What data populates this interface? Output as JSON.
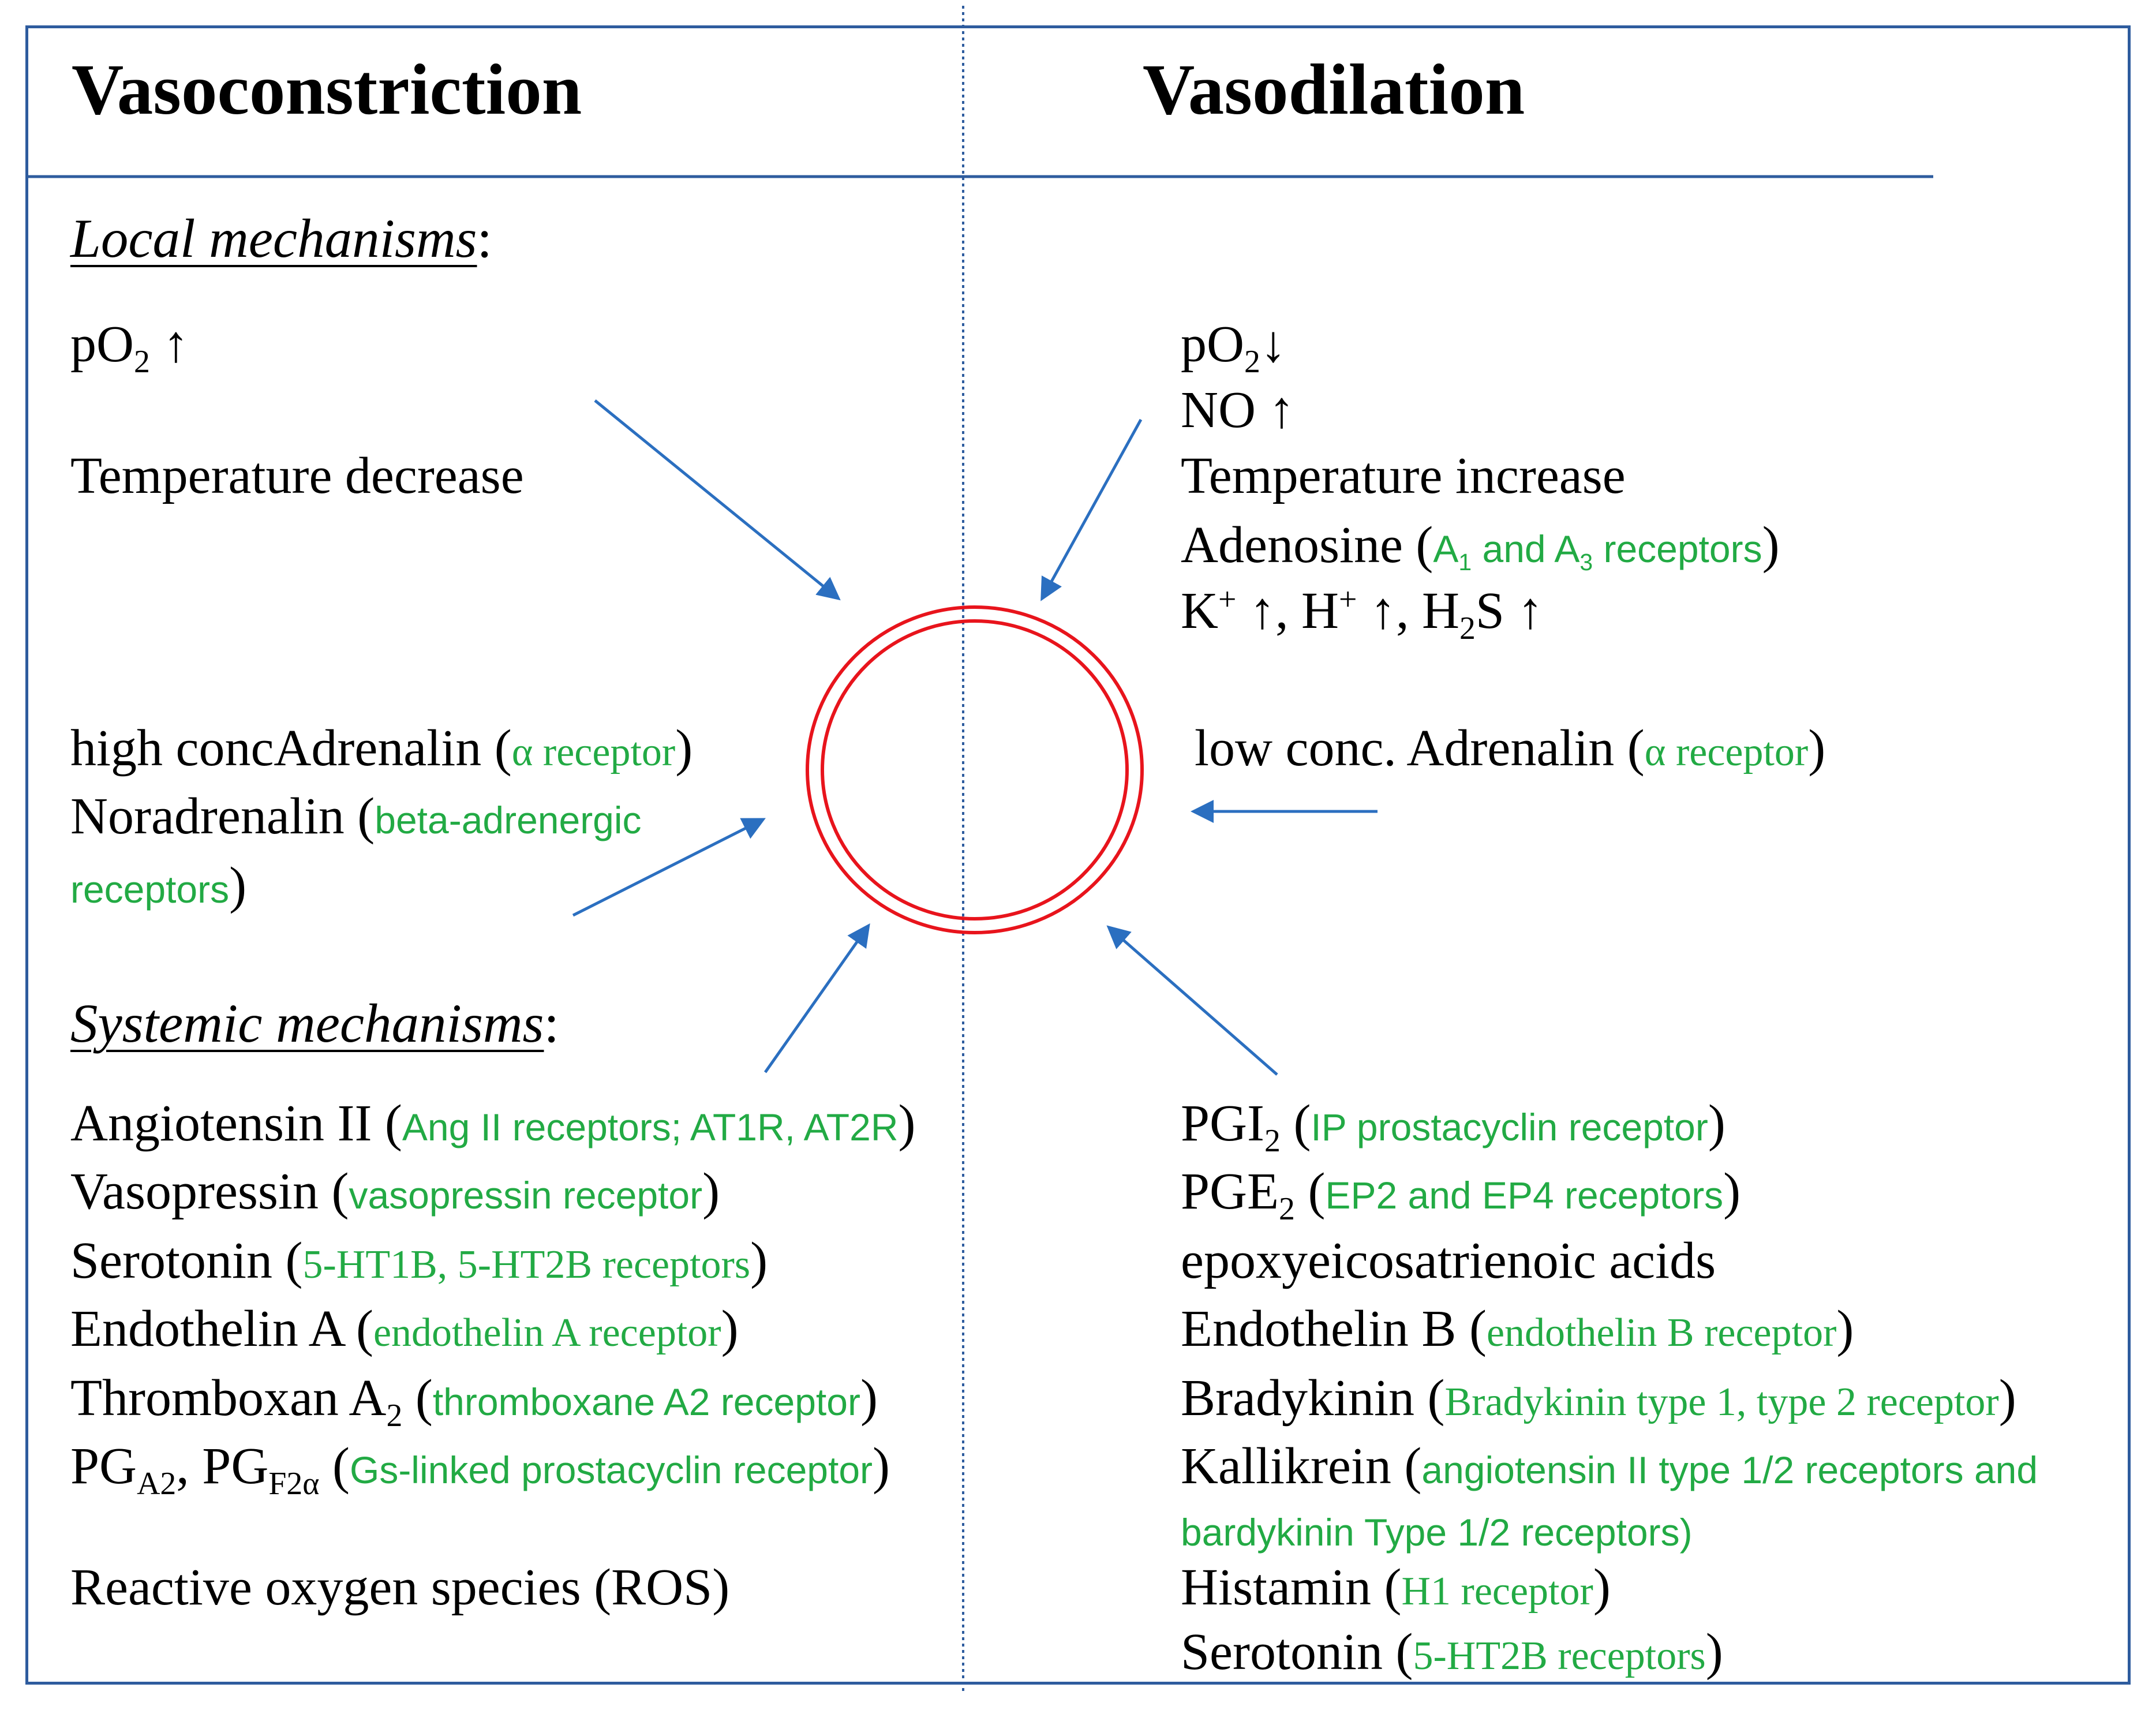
{
  "headers": {
    "left": "Vasoconstriction",
    "right": "Vasodilation"
  },
  "sections": {
    "local": "Local mechanisms",
    "systemic": "Systemic mechanisms",
    "colon": ":"
  },
  "local_constriction": {
    "po2_base": "pO",
    "po2_sub": "2",
    "po2_arrow": " ↑",
    "temp": "Temperature decrease",
    "adren_name": "high concAdrenalin (",
    "adren_receptor": "α receptor",
    "adren_close": ")",
    "noradren_name": "Noradrenalin (",
    "noradren_receptor_1": "beta-adrenergic",
    "noradren_receptor_2": "receptors",
    "noradren_close": ")"
  },
  "local_dilation": {
    "po2_base": "pO",
    "po2_sub": "2",
    "po2_arrow": "↓",
    "no": "NO ↑",
    "temp": "Temperature increase",
    "adenosine_name": "Adenosine (",
    "adenosine_r1": "A",
    "adenosine_r1_sub": "1",
    "adenosine_and": " and A",
    "adenosine_r3_sub": "3",
    "adenosine_rest": " receptors",
    "adenosine_close": ")",
    "ions_k": "K",
    "ions_k_sup": "+",
    "ions_h": " ↑, H",
    "ions_h_sup": "+",
    "ions_h2s": " ↑, H",
    "ions_h2s_sub": "2",
    "ions_end": "S ↑",
    "adren_name": "low conc. Adrenalin (",
    "adren_receptor": "α receptor",
    "adren_close": ")"
  },
  "systemic_constriction": [
    {
      "name": "Angiotensin II (",
      "receptor": "Ang II receptors; AT1R, AT2R",
      "close": ")"
    },
    {
      "name": "Vasopressin  (",
      "receptor": "vasopressin receptor",
      "close": ")"
    },
    {
      "name": "Serotonin (",
      "receptor": "5-HT1B, 5-HT2B receptors",
      "close": ")"
    },
    {
      "name": "Endothelin A (",
      "receptor": "endothelin A receptor",
      "close": ")"
    },
    {
      "name_base": "Thromboxan A",
      "name_sub": "2",
      "name_rest": " (",
      "receptor": "thromboxane A2 receptor",
      "close": ")"
    },
    {
      "name_base": "PG",
      "name_sub": "A2",
      "name_mid": ", PG",
      "name_sub2": "F2α",
      "name_rest": " (",
      "receptor": "Gs-linked prostacyclin receptor",
      "close": ")"
    },
    {
      "name": "Reactive oxygen species (ROS)"
    }
  ],
  "systemic_dilation": [
    {
      "name_base": "PGI",
      "name_sub": "2",
      "name_rest": " (",
      "receptor": "IP prostacyclin receptor",
      "close": ")"
    },
    {
      "name_base": "PGE",
      "name_sub": "2",
      "name_rest": " (",
      "receptor": "EP2 and EP4 receptors",
      "close": ")"
    },
    {
      "name": "epoxyeicosatrienoic acids"
    },
    {
      "name": "Endothelin B (",
      "receptor": "endothelin  B receptor",
      "close": ")"
    },
    {
      "name": "Bradykinin (",
      "receptor": "Bradykinin  type 1, type 2 receptor",
      "close": ")"
    },
    {
      "name": "Kallikrein  (",
      "receptor_1": "angiotensin II type 1/2 receptors and",
      "receptor_2": "bardykinin Type 1/2 receptors",
      "close": ")"
    },
    {
      "name": "Histamin  (",
      "receptor": "H1 receptor",
      "close": ")"
    },
    {
      "name": "Serotonin (",
      "receptor": "5-HT2B receptors",
      "close": ")"
    }
  ],
  "colors": {
    "border": "#2e5c9e",
    "arrow": "#2b6fc0",
    "vessel": "#e8141c",
    "receptor_text": "#22aa44"
  }
}
